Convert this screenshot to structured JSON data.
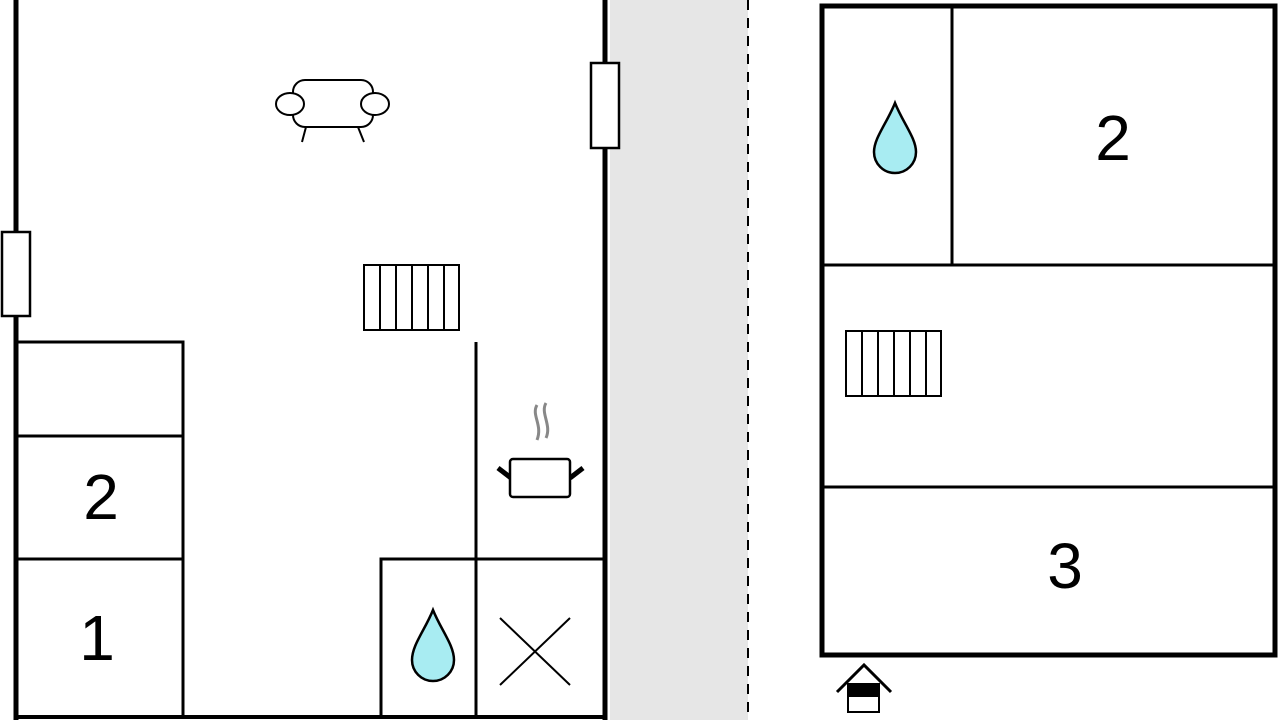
{
  "floor_left": {
    "rooms": [
      {
        "label": "2"
      },
      {
        "label": "1"
      }
    ]
  },
  "floor_right": {
    "rooms": [
      {
        "label": "2"
      },
      {
        "label": "3"
      }
    ]
  },
  "colors": {
    "water": "#a8ecf2",
    "corridor": "#e6e6e6",
    "wall": "#000000",
    "steam": "#888888"
  }
}
